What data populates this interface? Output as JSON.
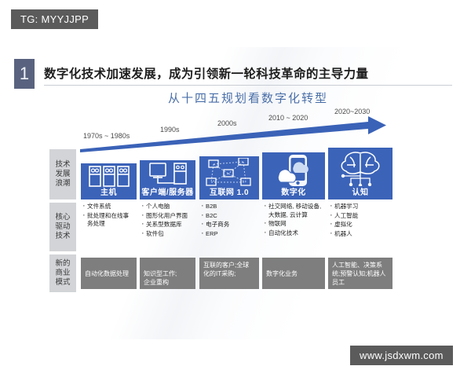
{
  "watermarks": {
    "top": "TG: MYYJJPP",
    "bottom": "www.jsdxwm.com"
  },
  "slide": {
    "badge": "1",
    "title": "数字化技术加速发展，成为引领新一轮科技革命的主导力量",
    "subtitle": "从十四五规划看数字化转型",
    "accent_blue": "#3b63b8",
    "badge_color": "#59637f",
    "subtitle_color": "#4a6fa8",
    "gray_box_color": "#7e7e7e",
    "row_label_color": "#d2d4d7"
  },
  "timeline": {
    "eras": [
      {
        "label": "1970s ~ 1980s"
      },
      {
        "label": "1990s"
      },
      {
        "label": "2000s"
      },
      {
        "label": "2010 ~ 2020"
      },
      {
        "label": "2020~2030"
      }
    ]
  },
  "rows": {
    "wave_label": [
      "技术",
      "发展",
      "浪潮"
    ],
    "driver_label": [
      "核心",
      "驱动",
      "技术"
    ],
    "model_label": [
      "新的",
      "商业",
      "模式"
    ]
  },
  "columns": [
    {
      "wave": "主机",
      "icon": "mainframe-icon",
      "drivers": [
        "文件系统",
        "批处理和在线事务处理"
      ],
      "model": "自动化数据处理"
    },
    {
      "wave": "客户端/服务器",
      "icon": "client-server-icon",
      "drivers": [
        "个人电脑",
        "图形化用户界面",
        "关系型数据库",
        "软件包"
      ],
      "model": "知识型工作;\n企业重构"
    },
    {
      "wave": "互联网 1.0",
      "icon": "network-icon",
      "drivers": [
        "B2B",
        "B2C",
        "电子商务",
        "ERP"
      ],
      "model": "互联的客户;全球化的IT采购;"
    },
    {
      "wave": "数字化",
      "icon": "cloud-mobile-icon",
      "drivers": [
        "社交网络, 移动设备, 大数据, 云计算",
        "物联网",
        "自动化技术"
      ],
      "model": "数字化业务"
    },
    {
      "wave": "认知",
      "icon": "brain-ai-icon",
      "drivers": [
        "机器学习",
        "人工智能",
        "虚拟化",
        "机器人"
      ],
      "model": "人工智能、决策系统;预警认知;机器人员工"
    }
  ]
}
